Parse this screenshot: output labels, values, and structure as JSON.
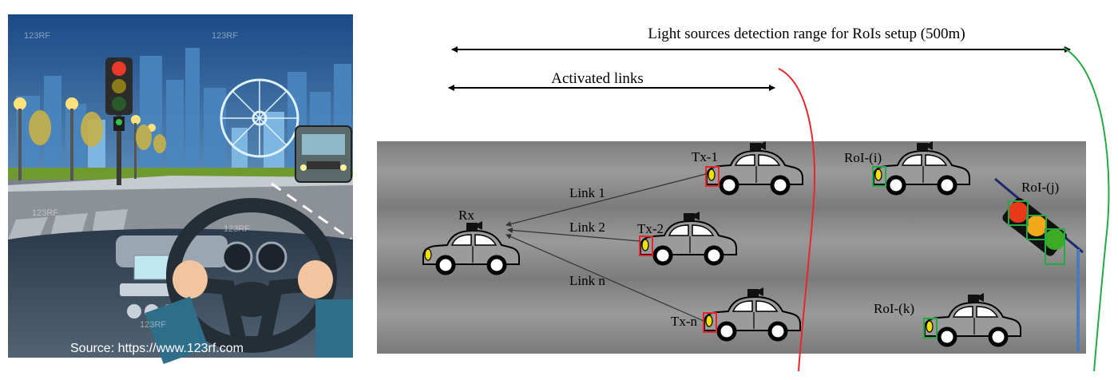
{
  "illustration": {
    "source_caption": "Source: https://www.123rf.com",
    "watermark": "123RF"
  },
  "diagram": {
    "range_label": "Light sources detection range for RoIs setup (500m)",
    "activated_label": "Activated links",
    "rx_label": "Rx",
    "tx_labels": [
      "Tx-1",
      "Tx-2",
      "Tx-n"
    ],
    "link_labels": [
      "Link 1",
      "Link 2",
      "Link n"
    ],
    "roi_labels": [
      "RoI-(i)",
      "RoI-(j)",
      "RoI-(k)"
    ]
  },
  "colors": {
    "activated_boundary": "#e8262b",
    "range_boundary": "#27a846",
    "tx_box": "#e8262b",
    "roi_box": "#27a846",
    "road": "#8a8a8a",
    "sky": "#1d4f8a"
  }
}
